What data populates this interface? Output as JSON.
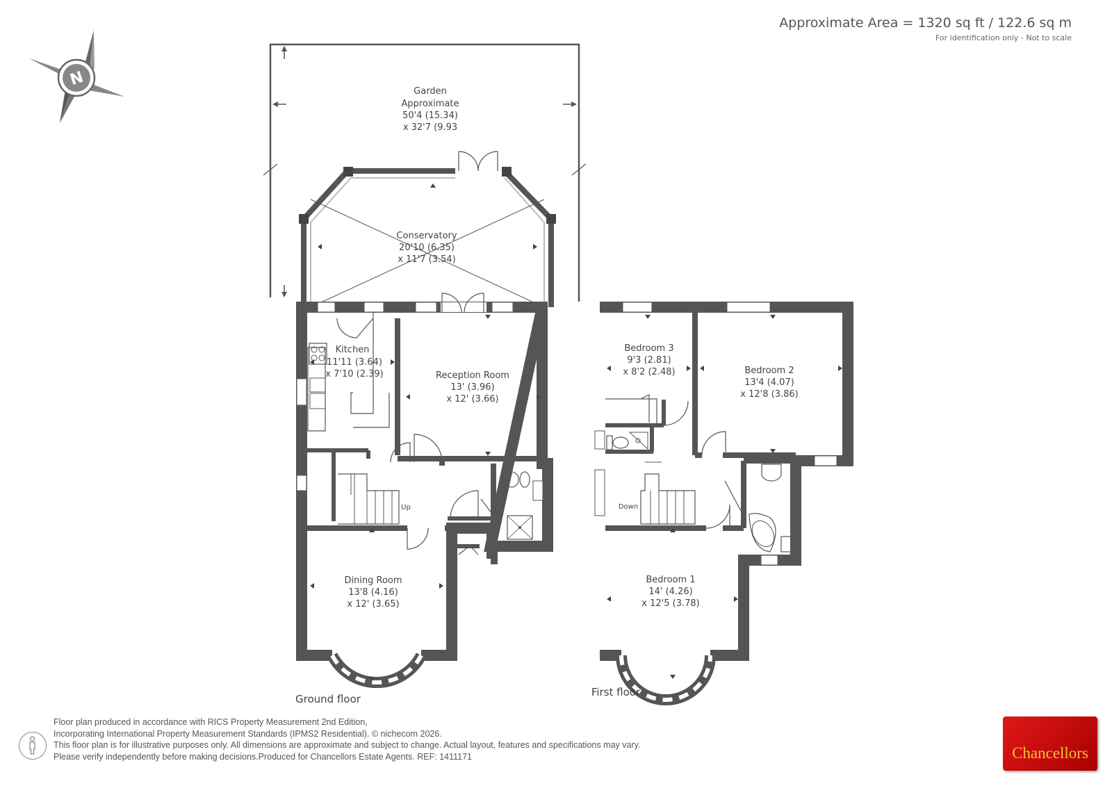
{
  "header": {
    "approximate_area": "Approximate Area = 1320 sq ft / 122.6 sq m",
    "disclaimer": "For identification only - Not to scale"
  },
  "compass": {
    "label": "N"
  },
  "garden": {
    "line1": "Garden",
    "line2": "Approximate",
    "line3": "50'4 (15.34)",
    "line4": "x 32'7 (9.93"
  },
  "rooms": {
    "conservatory": {
      "name": "Conservatory",
      "dim1": "20'10 (6.35)",
      "dim2": "x 11'7 (3.54)"
    },
    "kitchen": {
      "name": "Kitchen",
      "dim1": "11'11 (3.64)",
      "dim2": "x 7'10 (2.39)"
    },
    "reception": {
      "name": "Reception Room",
      "dim1": "13' (3.96)",
      "dim2": "x 12' (3.66)"
    },
    "dining": {
      "name": "Dining Room",
      "dim1": "13'8 (4.16)",
      "dim2": "x 12' (3.65)"
    },
    "bedroom3": {
      "name": "Bedroom 3",
      "dim1": "9'3 (2.81)",
      "dim2": "x 8'2 (2.48)"
    },
    "bedroom2": {
      "name": "Bedroom 2",
      "dim1": "13'4 (4.07)",
      "dim2": "x 12'8 (3.86)"
    },
    "bedroom1": {
      "name": "Bedroom 1",
      "dim1": "14' (4.26)",
      "dim2": "x 12'5 (3.78)"
    }
  },
  "stairs": {
    "up": "Up",
    "down": "Down"
  },
  "floors": {
    "ground": "Ground floor",
    "first": "First floor"
  },
  "footer": {
    "line1": "Floor plan produced in accordance with RICS Property Measurement 2nd Edition,",
    "line2": "Incorporating International Property Measurement Standards (IPMS2 Residential).   © nichecom 2026.",
    "line3": "This floor plan is for illustrative purposes only. All dimensions are approximate and subject to change. Actual layout, features and specifications may vary.",
    "line4": "Please verify independently before making decisions.Produced for Chancellors Estate Agents.   REF:  1411171"
  },
  "brand": {
    "name": "Chancellors"
  }
}
